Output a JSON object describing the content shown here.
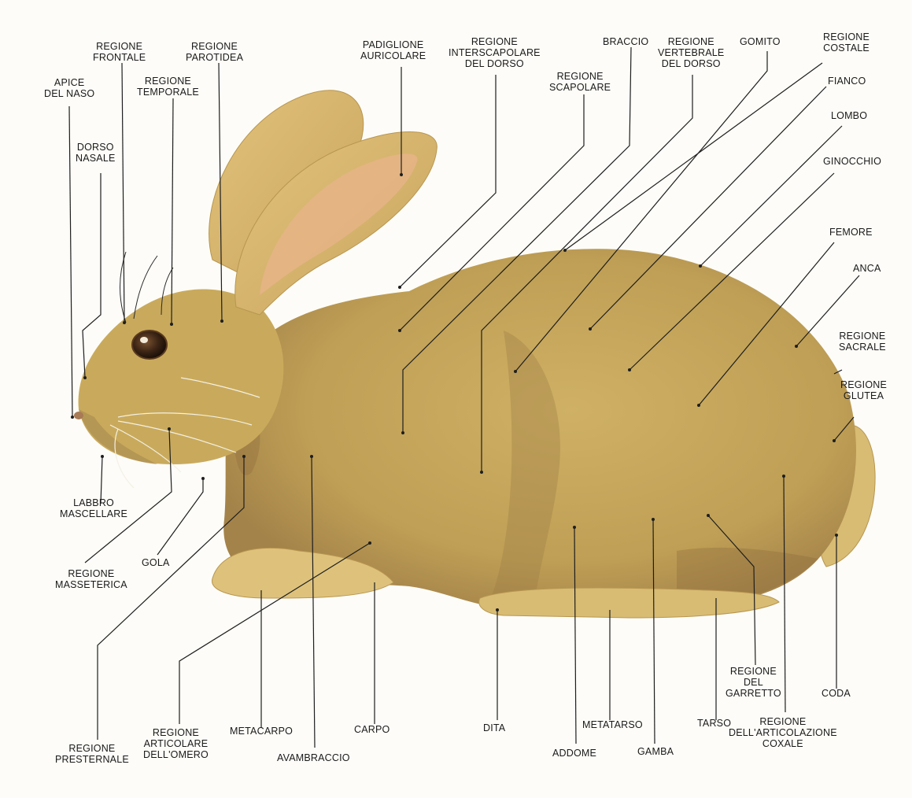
{
  "colors": {
    "fur": "#c9aa5c",
    "fur_dark": "#8d6a3c",
    "ear_inner": "#e8b48a",
    "leader_line": "#1e1e1e",
    "background": "#fdfcf8"
  },
  "labels": {
    "apice_del_naso": "APICE\nDEL NASO",
    "dorso_nasale": "DORSO\nNASALE",
    "regione_frontale": "REGIONE\nFRONTALE",
    "regione_temporale": "REGIONE\nTEMPORALE",
    "regione_parotidea": "REGIONE\nPAROTIDEA",
    "padiglione_auricolare": "PADIGLIONE\nAURICOLARE",
    "regione_interscapolare": "REGIONE\nINTERSCAPOLARE\nDEL DORSO",
    "regione_scapolare": "REGIONE\nSCAPOLARE",
    "braccio": "BRACCIO",
    "regione_vertebrale": "REGIONE\nVERTEBRALE\nDEL DORSO",
    "gomito": "GOMITO",
    "regione_costale": "REGIONE\nCOSTALE",
    "fianco": "FIANCO",
    "lombo": "LOMBO",
    "ginocchio": "GINOCCHIO",
    "femore": "FEMORE",
    "anca": "ANCA",
    "regione_sacrale": "REGIONE\nSACRALE",
    "regione_glutea": "REGIONE\nGLUTEA",
    "coda": "CODA",
    "regione_articolazione_coxale": "REGIONE\nDELL'ARTICOLAZIONE\nCOXALE",
    "regione_del_garretto": "REGIONE\nDEL\nGARRETTO",
    "tarso": "TARSO",
    "gamba": "GAMBA",
    "metatarso": "METATARSO",
    "addome": "ADDOME",
    "dita": "DITA",
    "carpo": "CARPO",
    "avambraccio": "AVAMBRACCIO",
    "metacarpo": "METACARPO",
    "regione_articolare_omero": "REGIONE\nARTICOLARE\nDELL'OMERO",
    "regione_presternale": "REGIONE\nPRESTERNALE",
    "regione_masseterica": "REGIONE\nMASSETERICA",
    "gola": "GOLA",
    "labbro_mascellare": "LABBRO\nMASCELLARE"
  }
}
